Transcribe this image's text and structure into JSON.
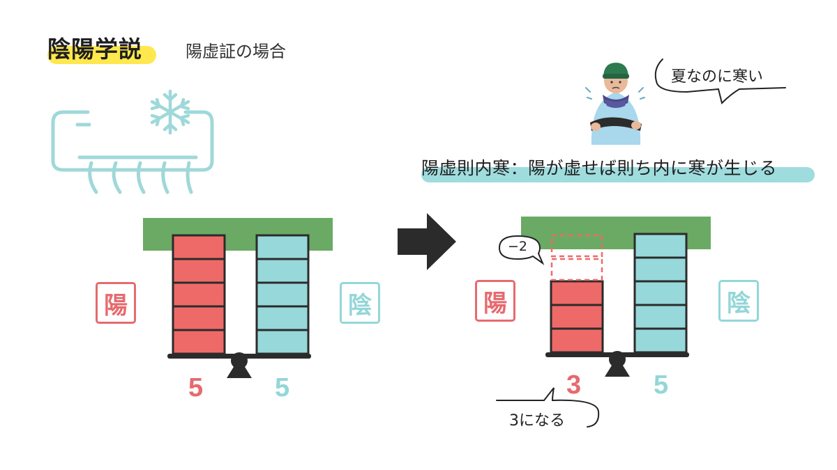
{
  "header": {
    "title": "陰陽学説",
    "subtitle": "陽虚証の場合"
  },
  "principle": "陽虚則内寒：陽が虚せば則ち内に寒が生じる",
  "speech": {
    "cold": "夏なのに寒い",
    "minus": "−2",
    "result": "3になる"
  },
  "labels": {
    "yang": "陽",
    "yin": "陰"
  },
  "balance": {
    "before": {
      "yang": 5,
      "yin": 5
    },
    "after": {
      "yang": 3,
      "yin": 5,
      "deficit": 2
    }
  },
  "numbers": {
    "before_yang": "5",
    "before_yin": "5",
    "after_yang": "3",
    "after_yin": "5"
  },
  "colors": {
    "yang": "#ee6a68",
    "yin": "#97d8da",
    "bar": "#6aaa64",
    "dark": "#2b2b2b",
    "ac": "#9fd8d9"
  },
  "icons": [
    "air-conditioner-icon",
    "snowflake-icon",
    "arrow-right-icon",
    "cold-person-icon",
    "fulcrum-icon"
  ]
}
